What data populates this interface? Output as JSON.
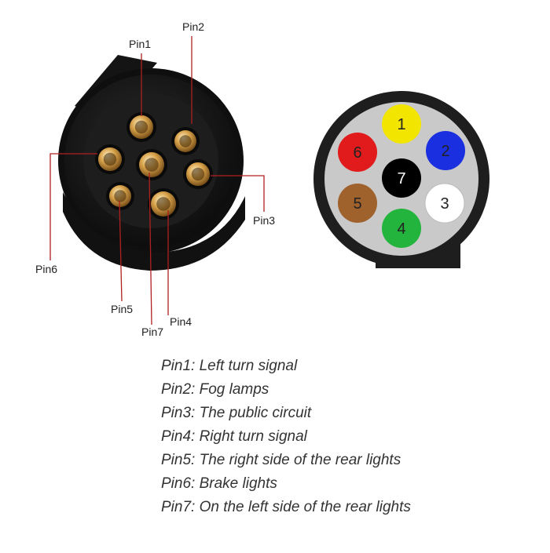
{
  "callouts": {
    "pin1": "Pin1",
    "pin2": "Pin2",
    "pin3": "Pin3",
    "pin4": "Pin4",
    "pin5": "Pin5",
    "pin6": "Pin6",
    "pin7": "Pin7"
  },
  "pin_face": [
    {
      "number": "1",
      "color": "#f2e600"
    },
    {
      "number": "2",
      "color": "#1a2fe0"
    },
    {
      "number": "3",
      "color": "#ffffff"
    },
    {
      "number": "4",
      "color": "#22b43c"
    },
    {
      "number": "5",
      "color": "#a0622d"
    },
    {
      "number": "6",
      "color": "#e11b1b"
    },
    {
      "number": "7",
      "color": "#000000"
    }
  ],
  "legend": [
    "Pin1: Left turn signal",
    "Pin2: Fog lamps",
    "Pin3: The public circuit",
    "Pin4: Right turn signal",
    "Pin5: The right side of the rear lights",
    "Pin6: Brake lights",
    "Pin7: On the left side of the rear lights"
  ],
  "colors": {
    "leader_line": "#b02020",
    "socket_body": "#161616",
    "face_ring": "#1e1e1e",
    "face_fill": "#c9c9c9",
    "brass": "#c9923c"
  }
}
